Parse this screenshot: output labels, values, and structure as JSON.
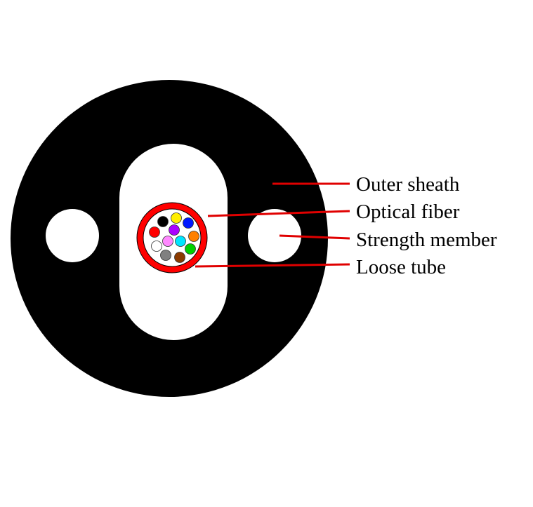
{
  "diagram": {
    "labels": {
      "outer_sheath": "Outer sheath",
      "optical_fiber": "Optical fiber",
      "strength_member": "Strength member",
      "loose_tube": "Loose tube"
    },
    "colors": {
      "sheath": "#000000",
      "background": "#ffffff",
      "loose_tube": "#ff0000",
      "leader_lines": "#e00000"
    },
    "fiber_colors": [
      "#ffee00",
      "#000000",
      "#0018ff",
      "#ff0000",
      "#aa00ff",
      "#ff8000",
      "#ffffff",
      "#ff88ff",
      "#00e5ff",
      "#00d000",
      "#808080",
      "#8b3a00"
    ]
  }
}
